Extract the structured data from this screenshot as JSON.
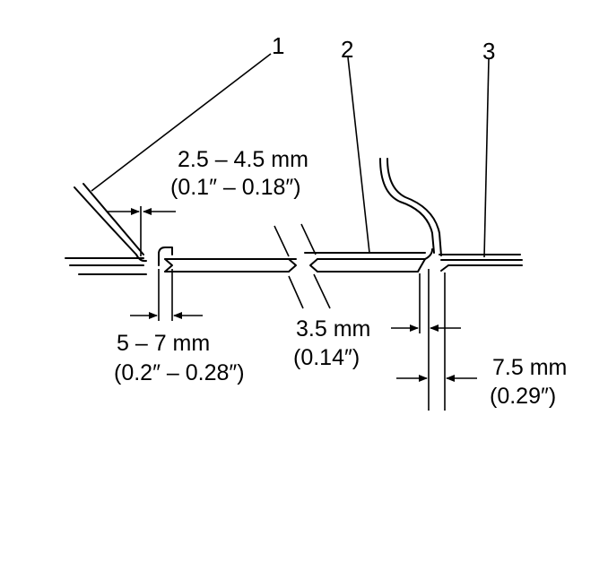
{
  "callouts": {
    "c1": "1",
    "c2": "2",
    "c3": "3"
  },
  "dims": {
    "gap_mm": "2.5 – 4.5 mm",
    "gap_in": "(0.1″ – 0.18″)",
    "left_mm": "5 – 7 mm",
    "left_in": "(0.2″ – 0.28″)",
    "mid_mm": "3.5 mm",
    "mid_in": "(0.14″)",
    "right_mm": "7.5 mm",
    "right_in": "(0.29″)"
  }
}
